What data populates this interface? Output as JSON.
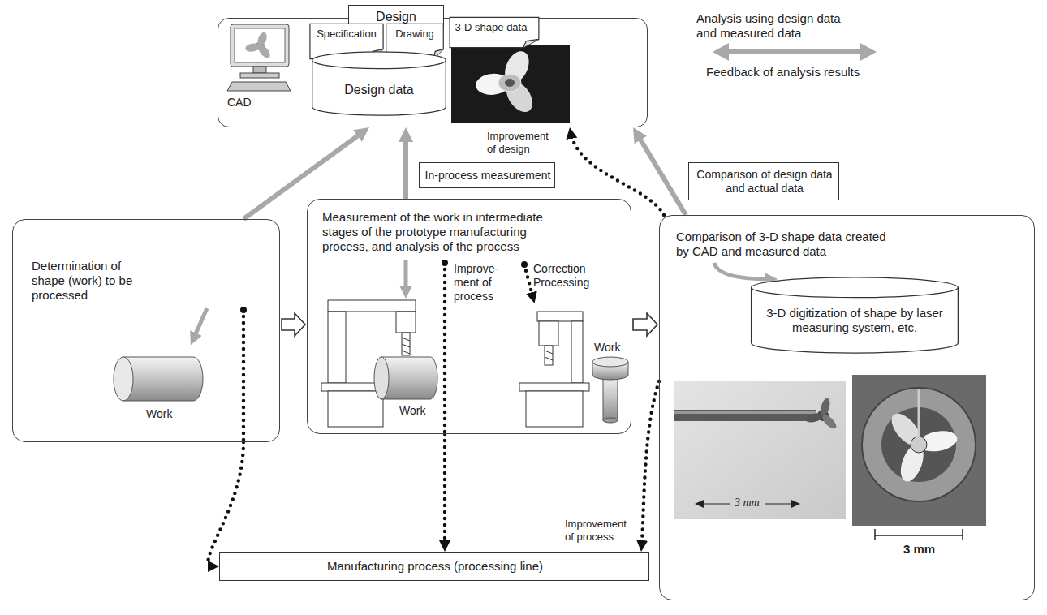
{
  "diagram": {
    "nodes": [
      {
        "text": [
          "Design"
        ]
      },
      {
        "text": [
          "Specification"
        ],
        "in": 0
      },
      {
        "text": [
          "Drawing"
        ],
        "in": 0
      },
      {
        "text": [
          "3-D shape data"
        ],
        "in": 0
      },
      {
        "text": [
          "Design data"
        ],
        "in": 0
      },
      {
        "text": [
          "Determination of shape (work) to be processed"
        ]
      },
      {
        "text": [
          "In-process measurement"
        ]
      },
      {
        "text": [
          "Measurement of the work in intermediate stages of the prototype manufacturing process, and analysis of the process",
          "Improve-ment of process",
          "Correction Processing"
        ]
      },
      {
        "text": [
          "Comparison of design data and actual data"
        ]
      },
      {
        "text": [
          "Comparison of 3-D shape data created by CAD and measured data"
        ]
      },
      {
        "text": [
          "3-D digitization of shape by laser measuring system, etc."
        ],
        "in": 9
      },
      {
        "text": [
          "Manufacturing process (processing line)"
        ]
      }
    ],
    "edges": [
      {
        "from": 5,
        "to": 0,
        "arrow": "to"
      },
      {
        "from": 7,
        "to": 0,
        "arrow": "to"
      },
      {
        "from": 9,
        "to": 0,
        "arrow": "to"
      },
      {
        "from": 9,
        "to": 0,
        "arrow": "to",
        "label": "Improvement of design"
      },
      {
        "from": 5,
        "to": 11,
        "arrow": "to"
      },
      {
        "from": 7,
        "to": 11,
        "arrow": "to"
      },
      {
        "from": 9,
        "to": 11,
        "arrow": "to",
        "label": "Improvement of process"
      },
      {
        "from": 5,
        "to": 7,
        "arrow": "to"
      },
      {
        "from": 7,
        "to": 9,
        "arrow": "to"
      }
    ],
    "labels": [
      "Analysis using design data and measured data",
      "Feedback of analysis results",
      "CAD",
      "Work",
      "Work",
      "Work",
      "3 mm",
      "3 mm"
    ]
  }
}
